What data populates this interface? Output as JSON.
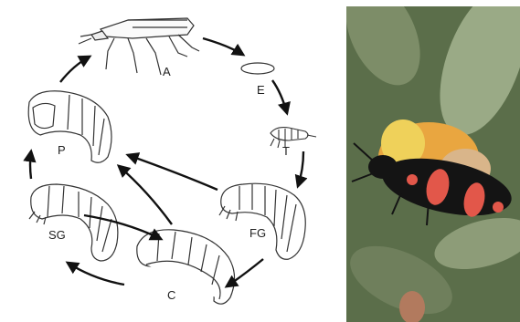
{
  "diagram": {
    "stage_labels": {
      "A": "A",
      "E": "E",
      "T": "T",
      "FG": "FG",
      "C": "C",
      "SG": "SG",
      "P": "P"
    }
  },
  "photo": {
    "colors": {
      "background": "#5b6e4a",
      "leaf": "#9aaa86",
      "beetle_body": "#141414",
      "beetle_bands": "#e2574a",
      "flower_orange": "#e9a640",
      "flower_yellow": "#efd15a"
    }
  }
}
